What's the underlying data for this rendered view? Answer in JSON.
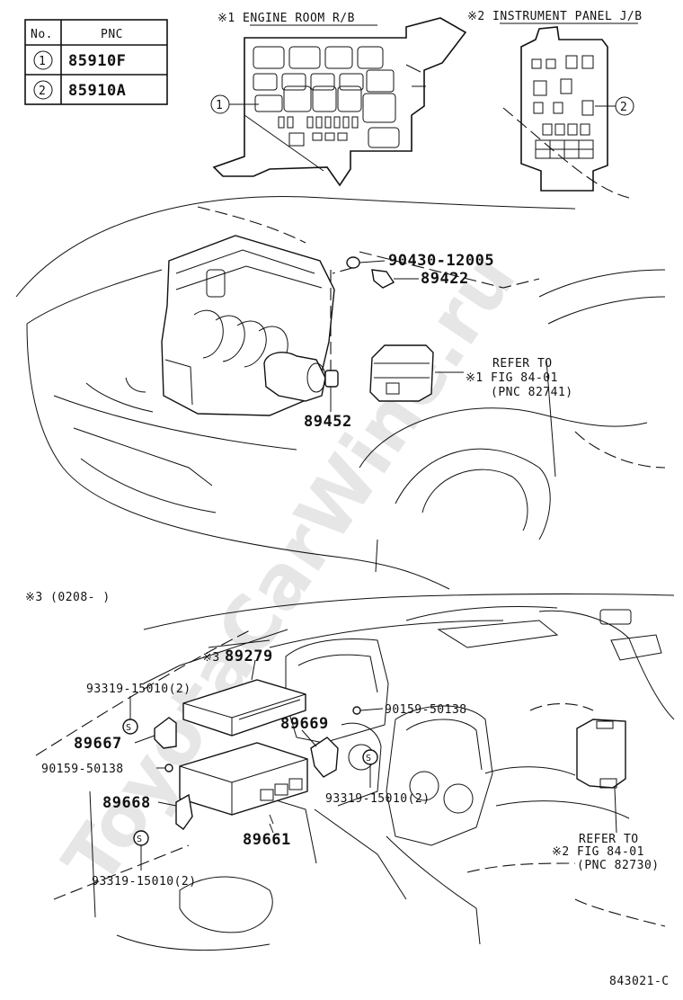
{
  "watermark": "ToyotaCarWine.ru",
  "pnc_table": {
    "header_no": "No.",
    "header_pnc": "PNC",
    "rows": [
      {
        "no": "1",
        "pnc": "85910F"
      },
      {
        "no": "2",
        "pnc": "85910A"
      }
    ]
  },
  "insets": {
    "engine_room": "※1 ENGINE ROOM R/B",
    "engine_room_callout": "1",
    "instrument_panel": "※2 INSTRUMENT PANEL J/B",
    "instrument_panel_callout": "2"
  },
  "engine_section": {
    "parts": {
      "p90430": "90430-12005",
      "p89422": "89422",
      "p89452": "89452"
    },
    "refer": {
      "line1": "REFER TO",
      "mark": "※1",
      "line2": "FIG 84-01",
      "line3": "(PNC 82741)"
    }
  },
  "dash_section": {
    "date_note": "※3 (0208-       )",
    "parts": {
      "p89279": "89279",
      "p89279_mark": "※3",
      "p93319_a": "93319-15010(2)",
      "p89667": "89667",
      "p90159_a": "90159-50138",
      "p89668": "89668",
      "p93319_c": "93319-15010(2)",
      "p89661": "89661",
      "p89669": "89669",
      "p90159_b": "90159-50138",
      "p93319_b": "93319-15010(2)"
    },
    "refer": {
      "line1": "REFER TO",
      "mark": "※2",
      "line2": "FIG 84-01",
      "line3": "(PNC 82730)"
    }
  },
  "figure_id": "843021-C"
}
